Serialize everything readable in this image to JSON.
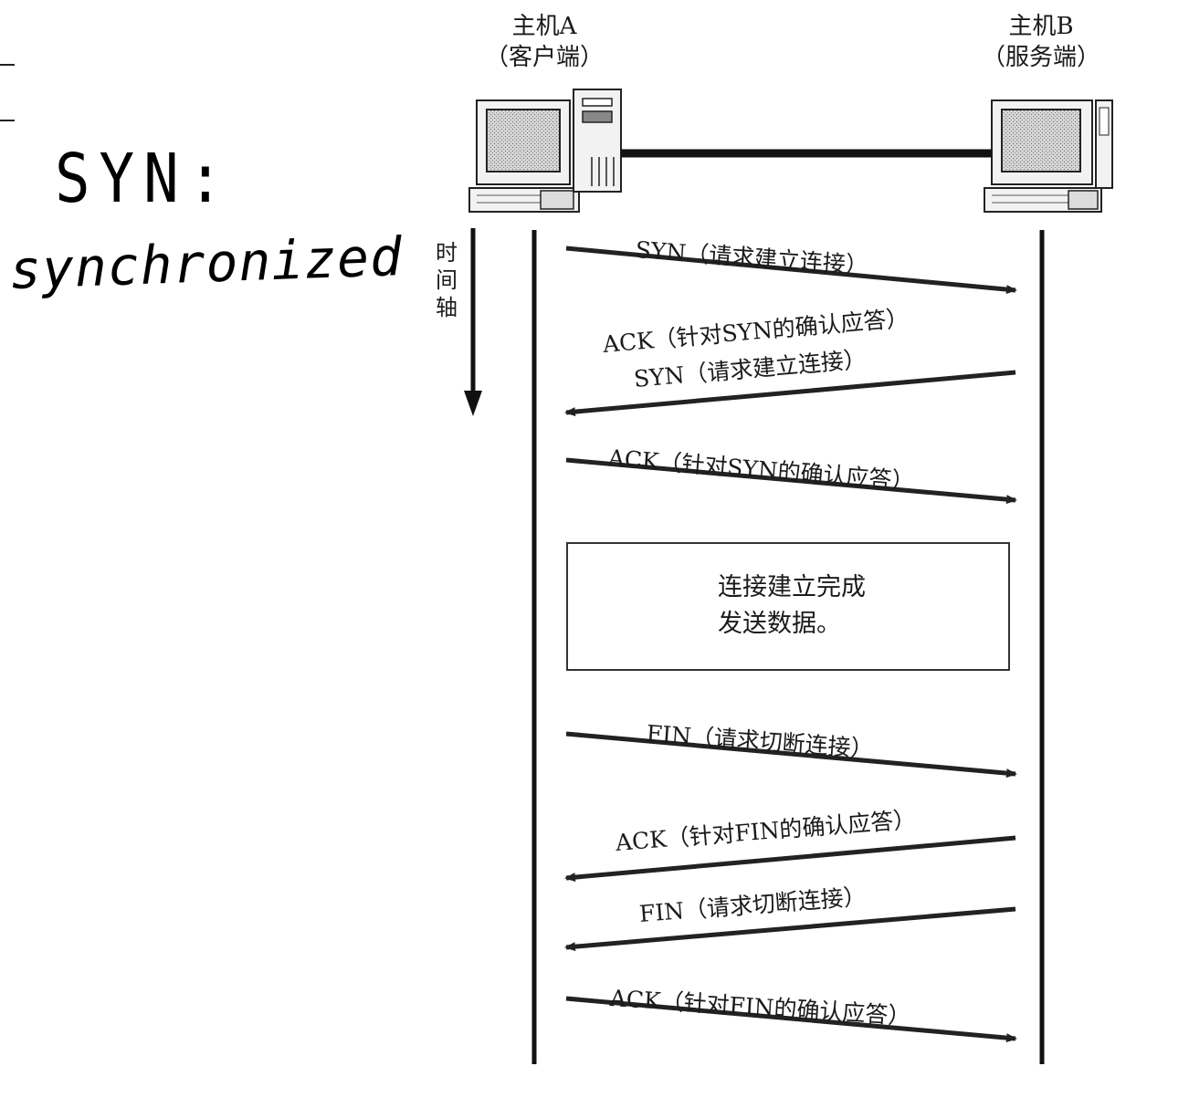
{
  "hosts": {
    "a": {
      "name": "主机A",
      "role": "（客户端）"
    },
    "b": {
      "name": "主机B",
      "role": "（服务端）"
    }
  },
  "timeline_label": [
    "时",
    "间",
    "轴"
  ],
  "messages": [
    {
      "label": "SYN（请求建立连接）",
      "direction": "A→B"
    },
    {
      "label": "ACK（针对SYN的确认应答）",
      "direction": "B→A"
    },
    {
      "label": "SYN（请求建立连接）",
      "direction": "B→A"
    },
    {
      "label": "ACK（针对SYN的确认应答）",
      "direction": "A→B"
    },
    {
      "label": "FIN（请求切断连接）",
      "direction": "A→B"
    },
    {
      "label": "ACK（针对FIN的确认应答）",
      "direction": "B→A"
    },
    {
      "label": "FIN（请求切断连接）",
      "direction": "B→A"
    },
    {
      "label": "ACK（针对FIN的确认应答）",
      "direction": "A→B"
    }
  ],
  "status_box": {
    "line1": "连接建立完成",
    "line2": "发送数据。"
  },
  "handwritten_note": {
    "title": "SYN:",
    "word": "synchronized"
  }
}
